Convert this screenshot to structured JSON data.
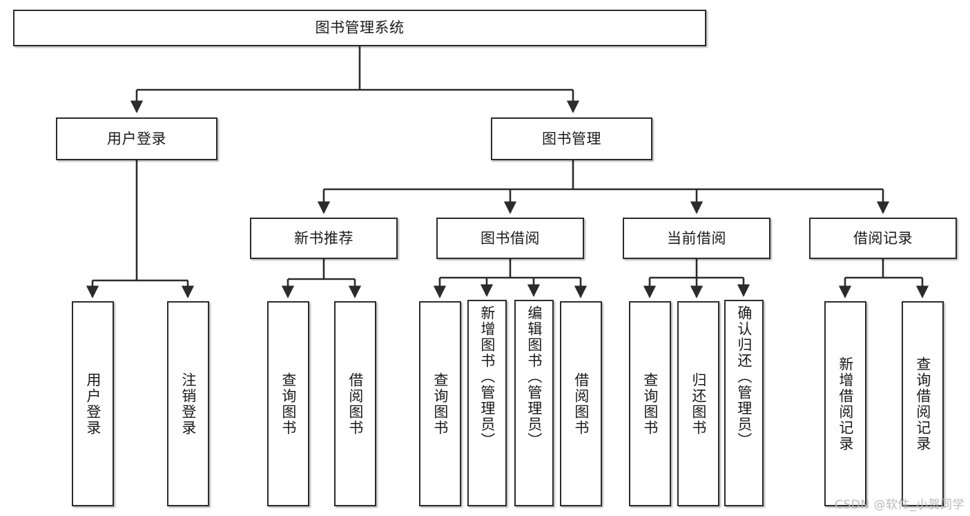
{
  "diagram": {
    "title": "图书管理系统",
    "watermark": "CSDN @软件_小贺同学",
    "root": {
      "label": "图书管理系统"
    },
    "level2": [
      {
        "label": "用户登录"
      },
      {
        "label": "图书管理"
      }
    ],
    "level3": [
      {
        "label": "新书推荐"
      },
      {
        "label": "图书借阅"
      },
      {
        "label": "当前借阅"
      },
      {
        "label": "借阅记录"
      }
    ],
    "leaves": {
      "user_login": [
        {
          "label": "用户登录"
        },
        {
          "label": "注销登录"
        }
      ],
      "new_book": [
        {
          "label": "查询图书"
        },
        {
          "label": "借阅图书"
        }
      ],
      "book_borrow": [
        {
          "label": "查询图书"
        },
        {
          "label": "新增图书（管理员）"
        },
        {
          "label": "编辑图书（管理员）"
        },
        {
          "label": "借阅图书"
        }
      ],
      "current_borrow": [
        {
          "label": "查询图书"
        },
        {
          "label": "归还图书"
        },
        {
          "label": "确认归还（管理员）"
        }
      ],
      "borrow_record": [
        {
          "label": "新增借阅记录"
        },
        {
          "label": "查询借阅记录"
        }
      ]
    },
    "colors": {
      "stroke": "#2b2b2b",
      "background": "#ffffff",
      "text": "#1a1a1a",
      "watermark": "#b9b9b9"
    }
  }
}
